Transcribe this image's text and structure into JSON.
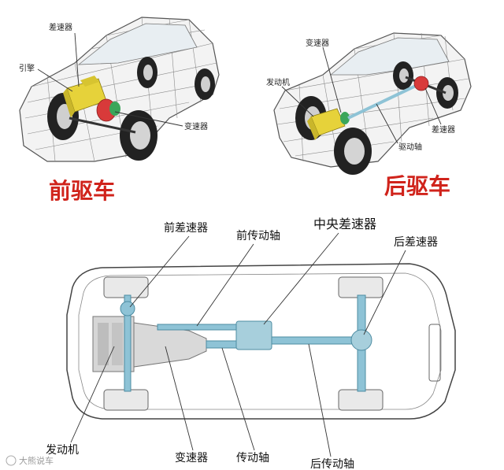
{
  "front_drive": {
    "title": "前驱车",
    "labels": {
      "differential": "差速器",
      "engine": "引擎",
      "transmission": "变速器"
    }
  },
  "rear_drive": {
    "title": "后驱车",
    "labels": {
      "transmission": "变速器",
      "engine": "发动机",
      "differential": "差速器",
      "drive_shaft": "驱动轴"
    }
  },
  "awd_layout": {
    "labels": {
      "front_differential": "前差速器",
      "front_drive_shaft": "前传动轴",
      "center_differential": "中央差速器",
      "rear_differential": "后差速器",
      "engine": "发动机",
      "transmission": "变速器",
      "drive_shaft": "传动轴",
      "rear_drive_shaft": "后传动轴"
    }
  },
  "watermark": "大熊说车",
  "colors": {
    "title_red": "#d0231b",
    "engine_yellow": "#e6d23a",
    "diff_red": "#d83a3a",
    "shaft_blue": "#8ec3d6",
    "wireframe_gray": "#8a8a8a"
  }
}
